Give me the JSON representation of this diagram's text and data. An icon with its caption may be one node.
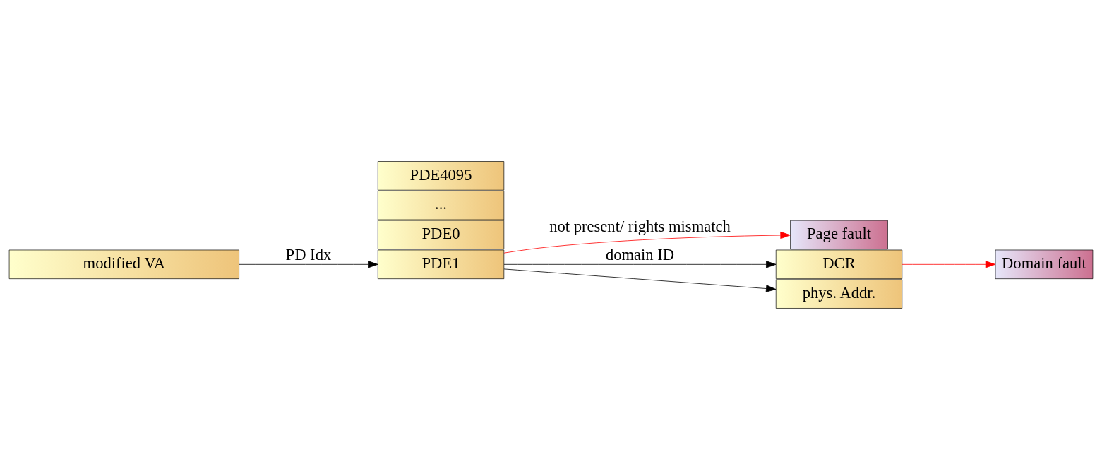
{
  "diagram": {
    "nodes": [
      {
        "text": [
          "modified VA"
        ]
      },
      {
        "text": [
          "PDE0"
        ]
      },
      {
        "text": [
          "PDE1"
        ]
      },
      {
        "text": [
          "..."
        ]
      },
      {
        "text": [
          "PDE4095"
        ]
      },
      {
        "text": [
          "Page fault"
        ]
      },
      {
        "text": [
          "DCR"
        ]
      },
      {
        "text": [
          "phys. Addr."
        ]
      },
      {
        "text": [
          "Domain fault"
        ]
      }
    ],
    "edges": [
      {
        "from": 0,
        "to": 2,
        "arrow": "to",
        "label": "PD Idx"
      },
      {
        "from": 2,
        "to": 5,
        "arrow": "to",
        "label": "not present/ rights mismatch",
        "color": "#ff0000"
      },
      {
        "from": 2,
        "to": 6,
        "arrow": "to",
        "label": "domain ID"
      },
      {
        "from": 2,
        "to": 7,
        "arrow": "to"
      },
      {
        "from": 6,
        "to": 8,
        "arrow": "to",
        "color": "#ff0000"
      }
    ]
  }
}
